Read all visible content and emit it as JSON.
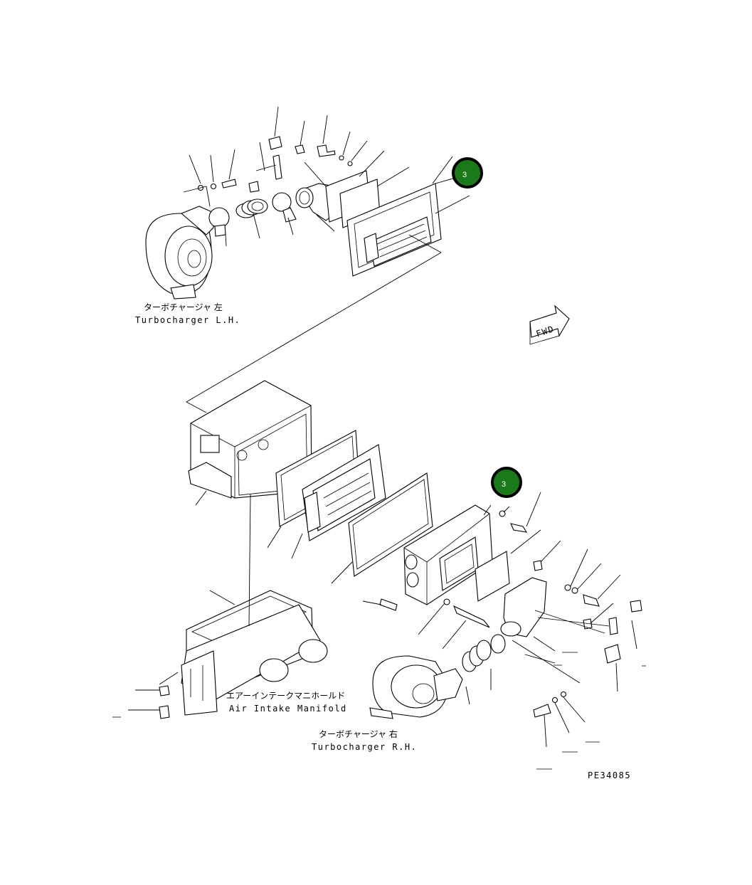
{
  "labels": {
    "turbo_lh_jp": "ターボチャージャ 左",
    "turbo_lh_en": "Turbocharger L.H.",
    "manifold_jp": "エアーインテークマニホールド",
    "manifold_en": "Air Intake Manifold",
    "turbo_rh_jp": "ターボチャージャ 右",
    "turbo_rh_en": "Turbocharger R.H.",
    "fwd": "FWD",
    "drawing_code": "PE34085"
  },
  "badges": [
    {
      "label": "3"
    },
    {
      "label": "3"
    }
  ],
  "colors": {
    "badge_fill": "#1a7a1a",
    "badge_ring": "#000000",
    "ink": "#000000"
  }
}
